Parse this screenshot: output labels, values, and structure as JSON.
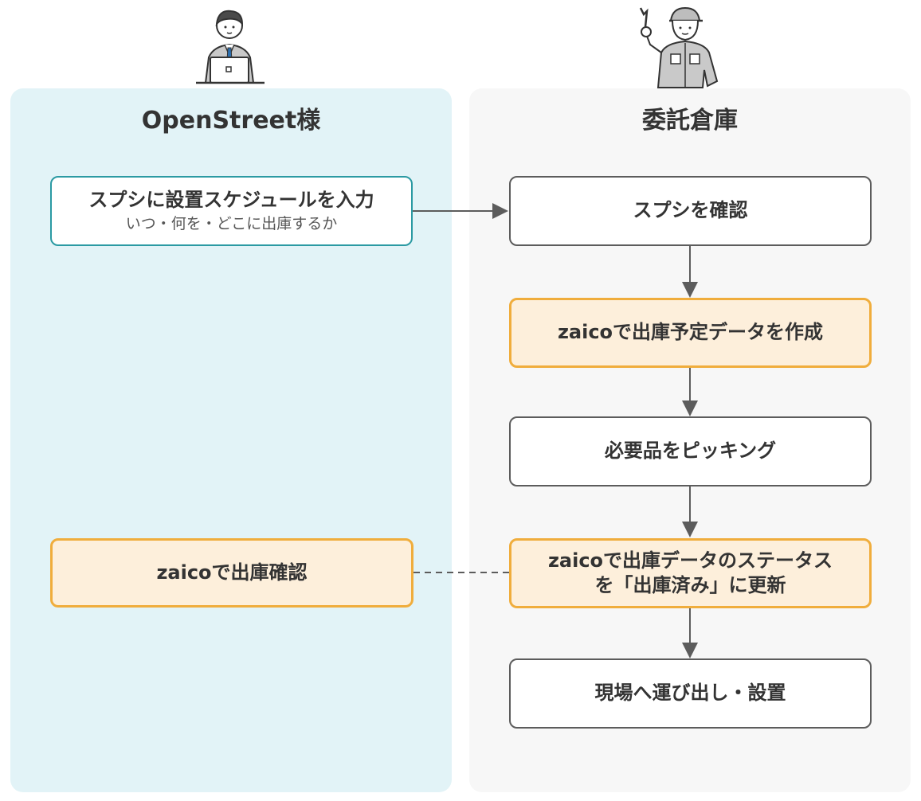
{
  "lanes": {
    "left_title": "OpenStreet様",
    "right_title": "委託倉庫"
  },
  "left_steps": {
    "input_schedule": {
      "title": "スプシに設置スケジュールを入力",
      "sub": "いつ・何を・どこに出庫するか"
    },
    "confirm_zaico": "zaicoで出庫確認"
  },
  "right_steps": {
    "check_sheet": "スプシを確認",
    "create_plan": "zaicoで出庫予定データを作成",
    "picking": "必要品をピッキング",
    "update_status_line1": "zaicoで出庫データのステータス",
    "update_status_line2": "を「出庫済み」に更新",
    "deliver": "現場へ運び出し・設置"
  },
  "icons": [
    "businessman-laptop-icon",
    "worker-wrench-icon"
  ],
  "colors": {
    "left_lane": "#e2f3f7",
    "right_lane": "#f7f7f7",
    "teal_border": "#2b9aa3",
    "orange_border": "#f0ad3c",
    "orange_fill": "#fdefdb",
    "connector": "#5c5c5c"
  }
}
